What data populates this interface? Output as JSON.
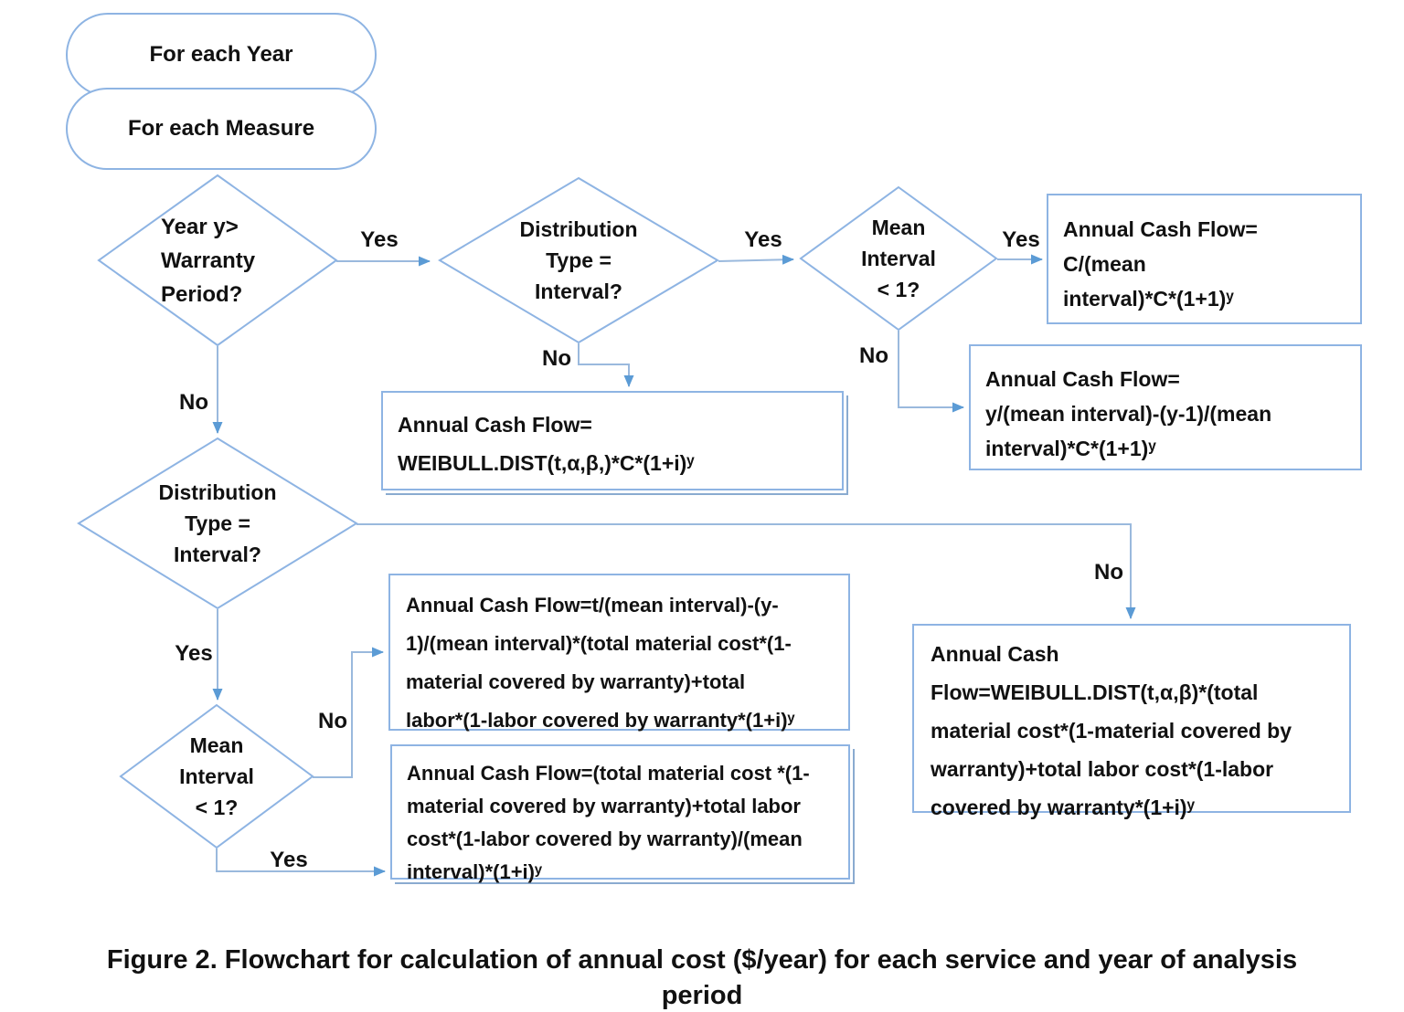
{
  "colors": {
    "line": "#9ab9dd",
    "arrow": "#5b9bd5",
    "shape_border": "#8eb4e3",
    "text": "#111111"
  },
  "labels": {
    "yes": "Yes",
    "no": "No"
  },
  "start": {
    "year": "For each Year",
    "measure": "For each Measure"
  },
  "decisions": {
    "year_warranty": "Year y>\nWarranty\nPeriod?",
    "dist_type_top": "Distribution\nType =\nInterval?",
    "mean_interval_top": "Mean\nInterval\n< 1?",
    "dist_type_bottom": "Distribution\nType =\nInterval?",
    "mean_interval_bottom": "Mean\nInterval\n< 1?"
  },
  "processes": {
    "cash_flow_c_mean": "Annual Cash Flow=\nC/(mean\ninterval)*C*(1+1)ʸ",
    "cash_flow_y_mean": "Annual Cash Flow=\ny/(mean interval)-(y-1)/(mean\ninterval)*C*(1+1)ʸ",
    "cash_flow_weibull_c": "Annual Cash Flow=\nWEIBULL.DIST(t,α,β,)*C*(1+i)ʸ",
    "cash_flow_t_mean": "Annual Cash Flow=t/(mean interval)-(y-\n1)/(mean interval)*(total material cost*(1-\nmaterial covered by warranty)+total\nlabor*(1-labor covered by warranty*(1+i)ʸ",
    "cash_flow_total_material": "Annual Cash Flow=(total material cost *(1-\nmaterial covered by warranty)+total labor\ncost*(1-labor covered by warranty)/(mean\ninterval)*(1+i)ʸ",
    "cash_flow_weibull_total": "Annual Cash\nFlow=WEIBULL.DIST(t,α,β)*(total\nmaterial cost*(1-material covered by\nwarranty)+total labor cost*(1-labor\ncovered by warranty*(1+i)ʸ"
  },
  "caption": "Figure 2. Flowchart for calculation of annual cost ($/year) for each service and year of analysis\nperiod"
}
